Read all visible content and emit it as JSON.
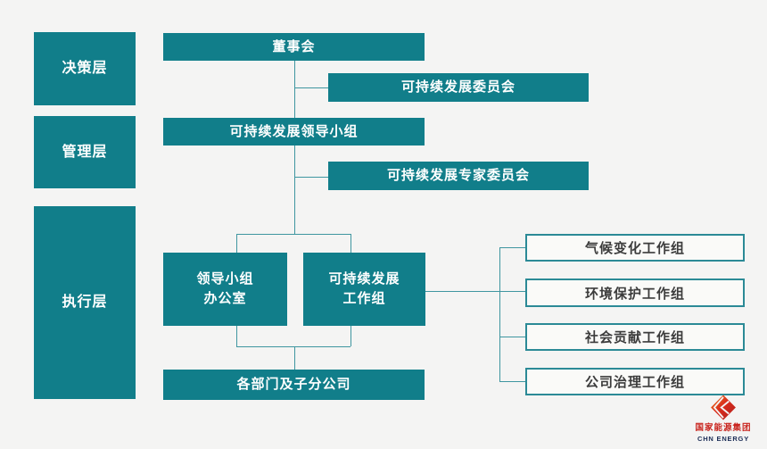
{
  "colors": {
    "background": "#f4f4f3",
    "teal": "#117e8a",
    "line": "#3f96a0",
    "box_text": "#ffffff",
    "white_box_bg": "#fafaf8",
    "white_box_border": "#2b8a96",
    "white_box_text": "#3c3c3c",
    "logo_red": "#c9251f",
    "logo_navy": "#1c2d56"
  },
  "layers": [
    {
      "label": "决策层"
    },
    {
      "label": "管理层"
    },
    {
      "label": "执行层"
    }
  ],
  "nodes": {
    "board": "董事会",
    "sd_committee": "可持续发展委员会",
    "sd_leading_group": "可持续发展领导小组",
    "sd_expert_committee": "可持续发展专家委员会",
    "leading_group_office": "领导小组\n办公室",
    "sd_working_group": "可持续发展\n工作组",
    "departments": "各部门及子分公司",
    "workgroups": [
      "气候变化工作组",
      "环境保护工作组",
      "社会贡献工作组",
      "公司治理工作组"
    ]
  },
  "logo": {
    "name_cn": "国家能源集团",
    "name_en": "CHN ENERGY"
  }
}
